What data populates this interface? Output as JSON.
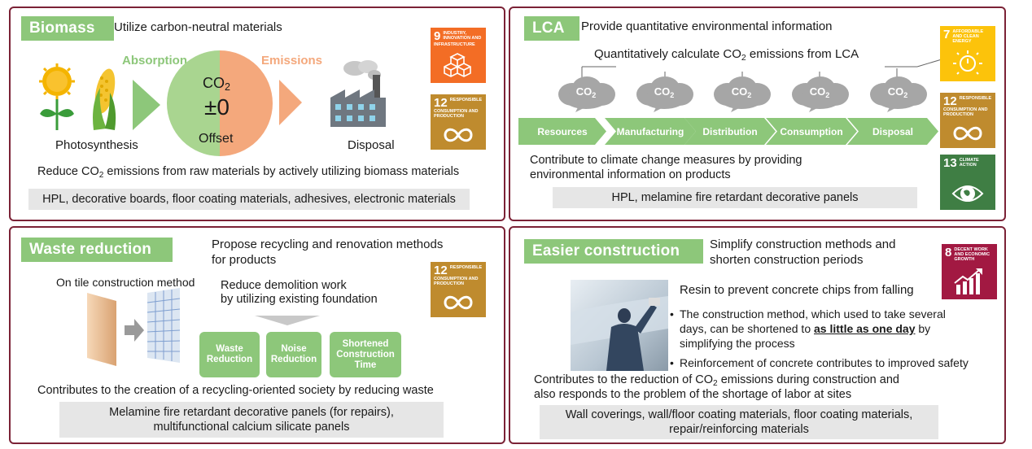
{
  "biomass": {
    "tag": "Biomass",
    "subtitle": "Utilize carbon-neutral materials",
    "absorption": "Absorption",
    "emissions": "Emissions",
    "co2": "CO",
    "co2_sub": "2",
    "pm_zero": "±0",
    "offset": "Offset",
    "photosynthesis": "Photosynthesis",
    "disposal": "Disposal",
    "desc_a": "Reduce CO",
    "desc_sub": "2",
    "desc_b": " emissions from raw materials by actively utilizing biomass materials",
    "products": "HPL, decorative boards, floor coating materials, adhesives, electronic materials",
    "sdg": [
      {
        "num": "9",
        "label": "INDUSTRY, INNOVATION AND INFRASTRUCTURE",
        "color": "#f36d25",
        "icon": "cubes-icon"
      },
      {
        "num": "12",
        "label": "RESPONSIBLE CONSUMPTION AND PRODUCTION",
        "color": "#bf8b2e",
        "icon": "infinity-icon"
      }
    ]
  },
  "lca": {
    "tag": "LCA",
    "subtitle": "Provide quantitative environmental information",
    "calc_a": "Quantitatively  calculate CO",
    "calc_sub": "2",
    "calc_b": " emissions from LCA",
    "cloud_label": "CO",
    "cloud_sub": "2",
    "stages": [
      "Resources",
      "Manufacturing",
      "Distribution",
      "Consumption",
      "Disposal"
    ],
    "desc_line1": "Contribute to climate change measures by providing",
    "desc_line2": "environmental information on products",
    "products": "HPL, melamine fire retardant decorative panels",
    "sdg": [
      {
        "num": "7",
        "label": "AFFORDABLE AND CLEAN ENERGY",
        "color": "#fcc30b",
        "icon": "sun-power-icon"
      },
      {
        "num": "12",
        "label": "RESPONSIBLE CONSUMPTION AND PRODUCTION",
        "color": "#bf8b2e",
        "icon": "infinity-icon"
      },
      {
        "num": "13",
        "label": "CLIMATE ACTION",
        "color": "#3f7e44",
        "icon": "eye-globe-icon"
      }
    ]
  },
  "waste": {
    "tag": "Waste reduction",
    "subtitle_line1": "Propose recycling and renovation methods",
    "subtitle_line2": "for products",
    "on_tile": "On tile construction method",
    "reduce_line1": "Reduce demolition work",
    "reduce_line2": "by utilizing existing foundation",
    "pills": [
      {
        "line1": "Waste",
        "line2": "Reduction",
        "line3": ""
      },
      {
        "line1": "Noise",
        "line2": "Reduction",
        "line3": ""
      },
      {
        "line1": "Shortened",
        "line2": "Construction",
        "line3": "Time"
      }
    ],
    "desc": "Contributes to the creation of a recycling-oriented society by reducing waste",
    "products_line1": "Melamine fire retardant decorative panels (for repairs),",
    "products_line2": "multifunctional calcium silicate panels",
    "sdg": [
      {
        "num": "12",
        "label": "RESPONSIBLE CONSUMPTION AND PRODUCTION",
        "color": "#bf8b2e",
        "icon": "infinity-icon"
      }
    ]
  },
  "easier": {
    "tag": "Easier construction",
    "subtitle_line1": "Simplify construction methods and",
    "subtitle_line2": "shorten construction periods",
    "resin": "Resin to prevent concrete chips from falling",
    "bullet1_line1": "The construction method, which used to take several",
    "bullet1_line2a": "days, can be shortened to ",
    "bullet1_bold": "as little as one day",
    "bullet1_line2b": " by",
    "bullet1_line3": "simplifying the process",
    "bullet2": "Reinforcement of concrete contributes to improved safety",
    "desc_line1a": "Contributes to the reduction of CO",
    "desc_sub": "2",
    "desc_line1b": " emissions during construction and",
    "desc_line2": "also responds to the problem of the shortage of labor at sites",
    "products_line1": "Wall coverings, wall/floor coating materials, floor coating materials,",
    "products_line2": "repair/reinforcing materials",
    "sdg": [
      {
        "num": "8",
        "label": "DECENT WORK AND ECONOMIC GROWTH",
        "color": "#a21942",
        "icon": "growth-chart-icon"
      }
    ]
  },
  "colors": {
    "accent_green": "#8dc77a",
    "border": "#7b2236",
    "orange": "#f4a87c",
    "grey_box": "#e6e6e6"
  }
}
